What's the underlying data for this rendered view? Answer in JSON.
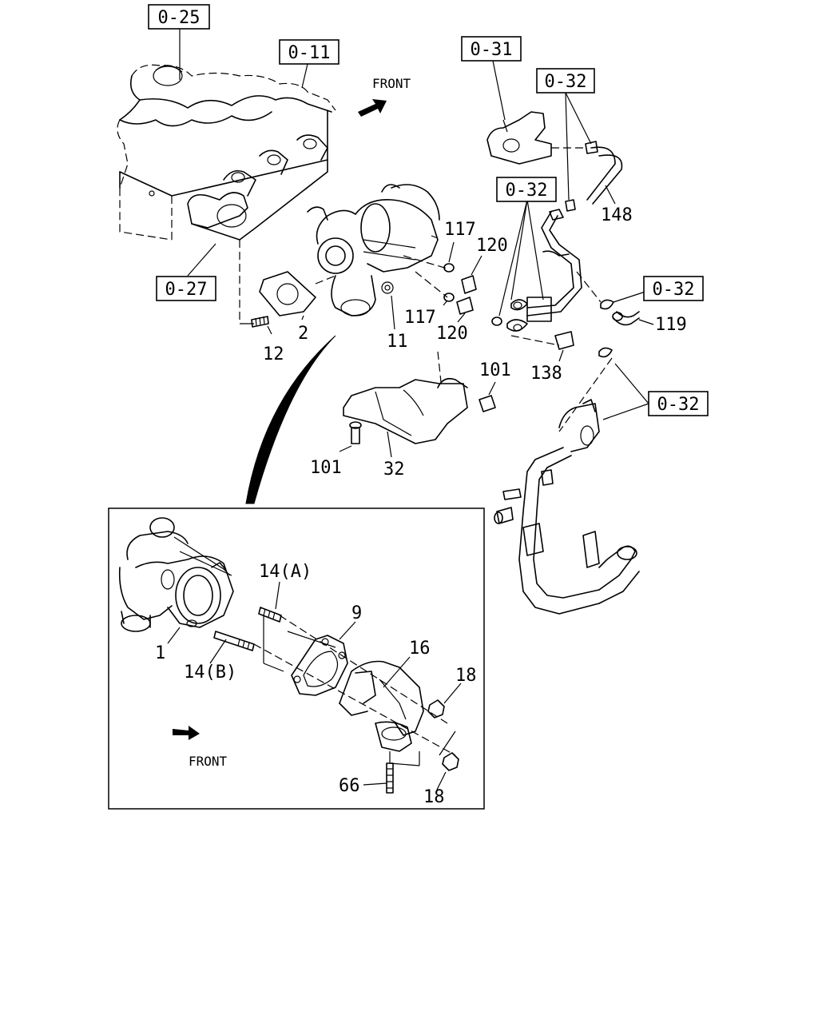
{
  "refs": [
    {
      "id": "ref-0-25",
      "text": "0-25"
    },
    {
      "id": "ref-0-11",
      "text": "0-11"
    },
    {
      "id": "ref-0-31",
      "text": "0-31"
    },
    {
      "id": "ref-0-32-a",
      "text": "0-32"
    },
    {
      "id": "ref-0-32-b",
      "text": "0-32"
    },
    {
      "id": "ref-0-27",
      "text": "0-27"
    },
    {
      "id": "ref-0-32-c",
      "text": "0-32"
    },
    {
      "id": "ref-0-32-d",
      "text": "0-32"
    }
  ],
  "front_labels": [
    "FRONT",
    "FRONT"
  ],
  "parts": [
    "117",
    "120",
    "117",
    "120",
    "148",
    "2",
    "11",
    "12",
    "119",
    "138",
    "101",
    "101",
    "32",
    "14(A)",
    "9",
    "16",
    "18",
    "1",
    "14(B)",
    "66",
    "18"
  ]
}
